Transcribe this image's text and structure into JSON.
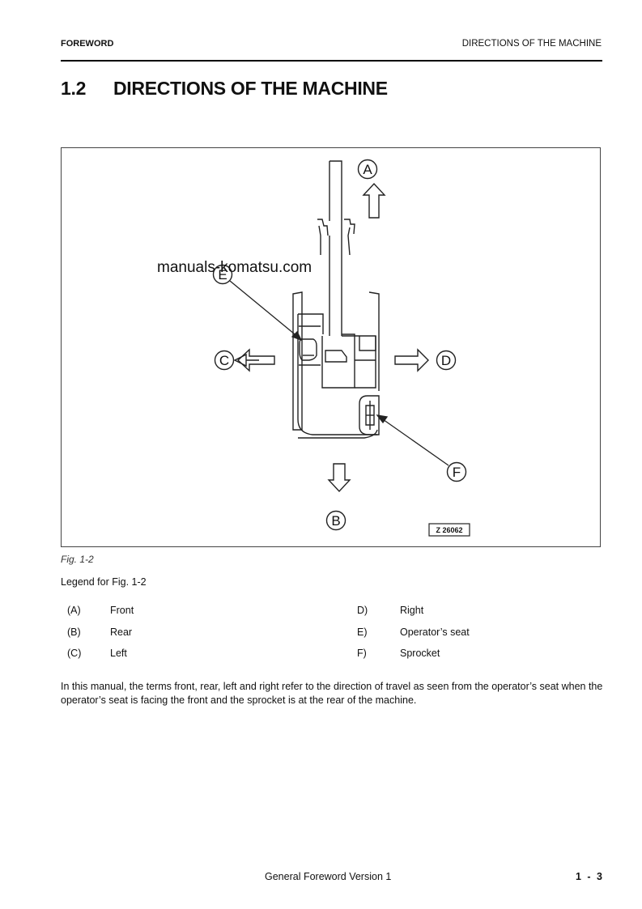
{
  "header": {
    "left": "FOREWORD",
    "right": "DIRECTIONS OF THE MACHINE"
  },
  "section": {
    "number": "1.2",
    "title": "DIRECTIONS OF THE MACHINE"
  },
  "figure": {
    "callouts": {
      "a": "A",
      "b": "B",
      "c": "C",
      "d": "D",
      "e": "E",
      "f": "F"
    },
    "drawing_code": "Z 26062",
    "watermark": "manuals-komatsu.com",
    "caption": "Fig. 1-2"
  },
  "legend": {
    "title": "Legend for Fig. 1-2",
    "rows": [
      {
        "left_key": "(A)",
        "left_value": "Front",
        "right_key": "D)",
        "right_value": "Right"
      },
      {
        "left_key": "(B)",
        "left_value": "Rear",
        "right_key": "E)",
        "right_value": "Operator’s seat"
      },
      {
        "left_key": "(C)",
        "left_value": "Left",
        "right_key": "F)",
        "right_value": "Sprocket"
      }
    ]
  },
  "body": {
    "paragraph": "In this manual, the terms front, rear, left and right refer to the direction of travel as seen from the operator’s seat when the operator’s seat is facing the front and the sprocket is at the rear of the machine."
  },
  "footer": {
    "center": "General Foreword Version 1",
    "page": "1 - 3"
  }
}
